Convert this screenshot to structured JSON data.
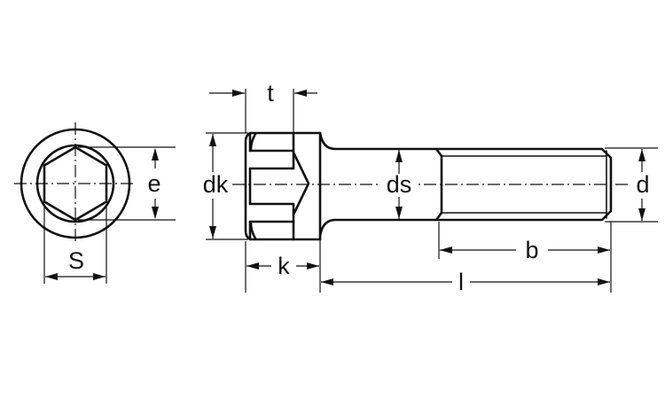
{
  "labels": {
    "t": "t",
    "e": "e",
    "dk": "dk",
    "ds": "ds",
    "d": "d",
    "S": "S",
    "k": "k",
    "b": "b",
    "l": "l"
  },
  "colors": {
    "line": "#111111",
    "background": "#ffffff"
  }
}
